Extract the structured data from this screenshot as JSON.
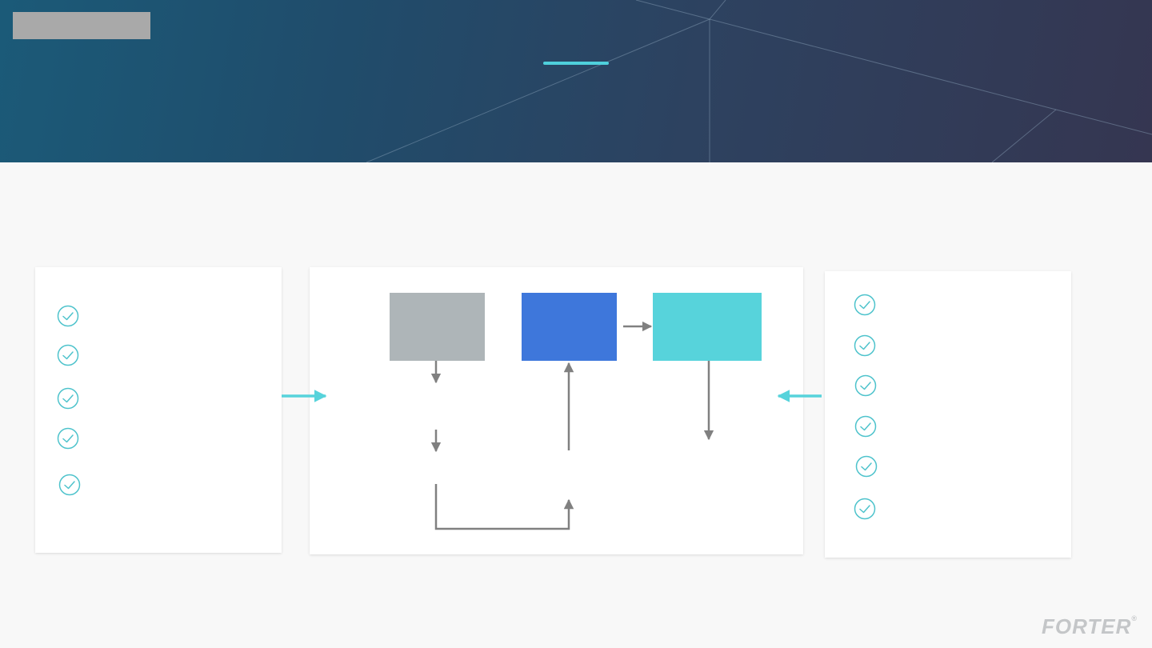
{
  "header": {
    "title": "",
    "background_colors": [
      "#1b5a78",
      "#353651"
    ],
    "accent_color": "#4fd0dc"
  },
  "left_panel": {
    "items": [
      {
        "icon": "check-circle-icon",
        "label": ""
      },
      {
        "icon": "check-circle-icon",
        "label": ""
      },
      {
        "icon": "check-circle-icon",
        "label": ""
      },
      {
        "icon": "check-circle-icon",
        "label": ""
      },
      {
        "icon": "check-circle-icon",
        "label": ""
      }
    ]
  },
  "right_panel": {
    "items": [
      {
        "icon": "check-circle-icon",
        "label": ""
      },
      {
        "icon": "check-circle-icon",
        "label": ""
      },
      {
        "icon": "check-circle-icon",
        "label": ""
      },
      {
        "icon": "check-circle-icon",
        "label": ""
      },
      {
        "icon": "check-circle-icon",
        "label": ""
      },
      {
        "icon": "check-circle-icon",
        "label": ""
      }
    ]
  },
  "flow": {
    "nodes": [
      {
        "id": "gray-box",
        "color": "#aeb5b8",
        "label": ""
      },
      {
        "id": "blue-box",
        "color": "#3e77db",
        "label": ""
      },
      {
        "id": "cyan-box",
        "color": "#57d3db",
        "label": ""
      }
    ],
    "arrow_color": "#808080",
    "connector_color": "#57d3db"
  },
  "brand": {
    "name": "FORTER",
    "registered_mark": "®",
    "color": "#c4c6c8"
  }
}
